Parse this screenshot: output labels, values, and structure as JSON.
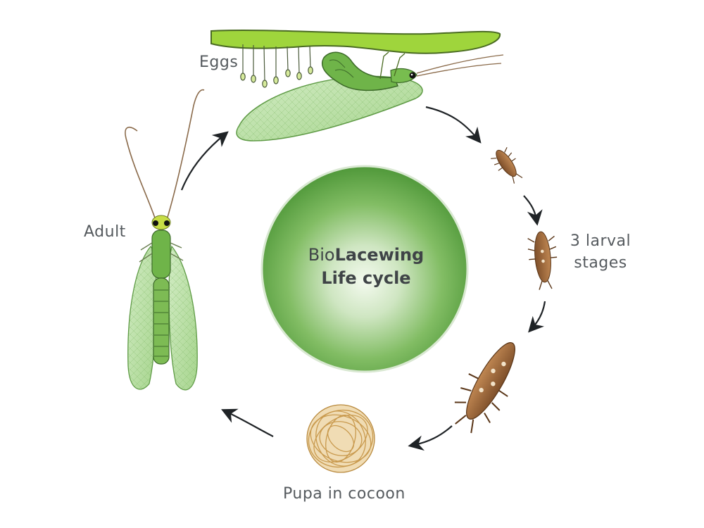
{
  "center": {
    "title_prefix": "Bio",
    "title_bold": "Lacewing",
    "subtitle": "Life cycle"
  },
  "labels": {
    "eggs": "Eggs",
    "adult": "Adult",
    "larval_line1": "3 larval",
    "larval_line2": "stages",
    "pupa": "Pupa in cocoon"
  },
  "stages": [
    "Eggs",
    "3 larval stages",
    "Pupa in cocoon",
    "Adult"
  ],
  "colors": {
    "leaf": "#9fd53c",
    "lacewing_body": "#6fb449",
    "wing": "#b7dea4",
    "larva": "#a9703f",
    "cocoon": "#c99a4e",
    "sphere_dark": "#4f9a37",
    "sphere_light": "#e9f4e1",
    "text": "#555a5e",
    "arrow": "#1f2326"
  }
}
